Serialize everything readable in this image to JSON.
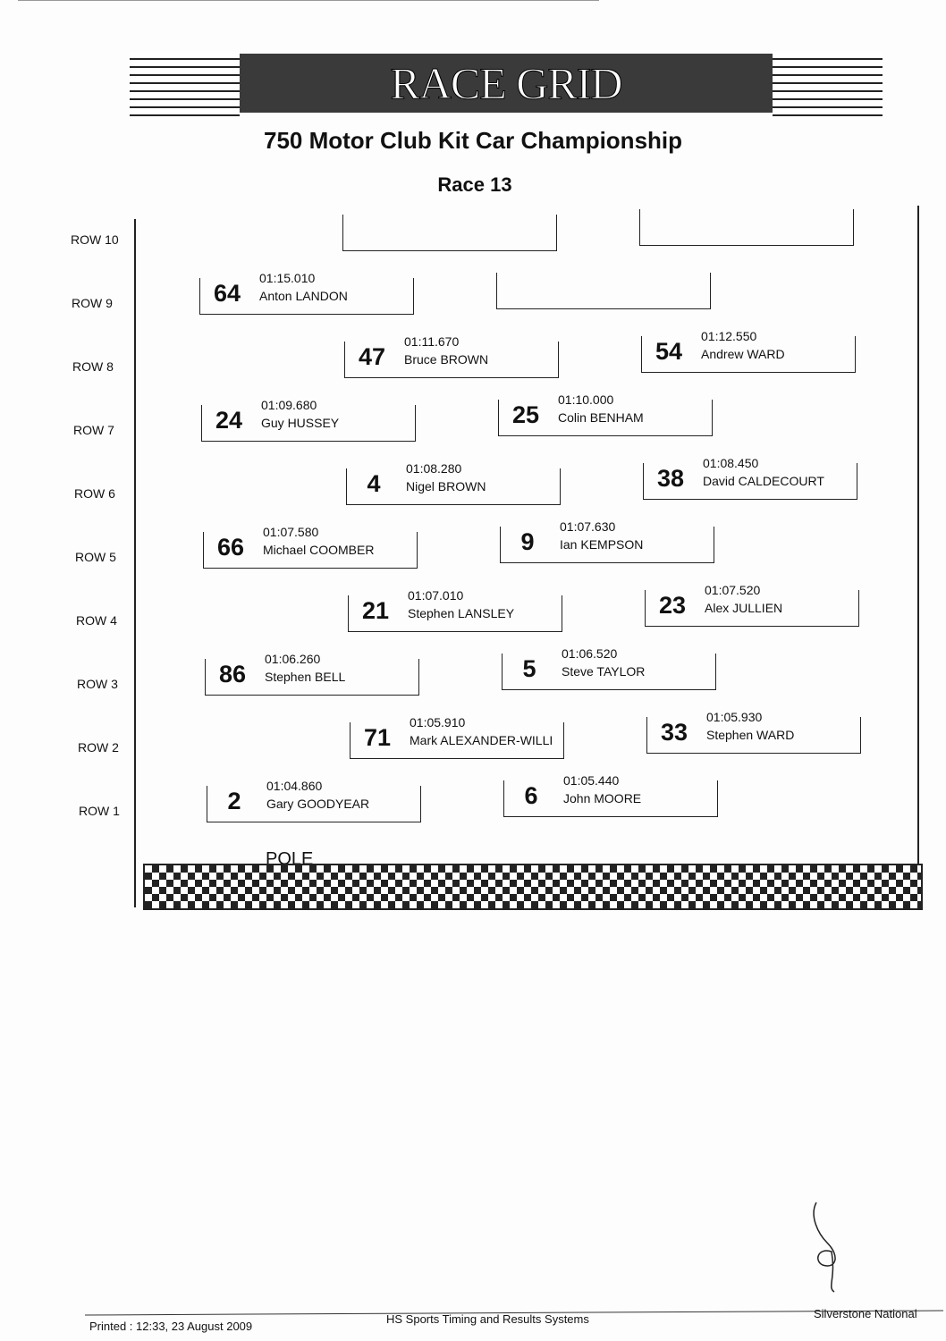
{
  "header": {
    "banner": "RACE GRID",
    "championship": "750 Motor Club Kit Car Championship",
    "race": "Race 13"
  },
  "rows": [
    {
      "label": "ROW 10",
      "slots": [
        {
          "num": "",
          "time": "",
          "name": ""
        },
        {
          "num": "",
          "time": "",
          "name": ""
        }
      ]
    },
    {
      "label": "ROW 9",
      "slots": [
        {
          "num": "64",
          "time": "01:15.010",
          "name": "Anton LANDON"
        },
        {
          "num": "",
          "time": "",
          "name": ""
        }
      ]
    },
    {
      "label": "ROW 8",
      "slots": [
        {
          "num": "47",
          "time": "01:11.670",
          "name": "Bruce BROWN"
        },
        {
          "num": "54",
          "time": "01:12.550",
          "name": "Andrew WARD"
        }
      ]
    },
    {
      "label": "ROW 7",
      "slots": [
        {
          "num": "24",
          "time": "01:09.680",
          "name": "Guy HUSSEY"
        },
        {
          "num": "25",
          "time": "01:10.000",
          "name": "Colin BENHAM"
        }
      ]
    },
    {
      "label": "ROW 6",
      "slots": [
        {
          "num": "4",
          "time": "01:08.280",
          "name": "Nigel BROWN"
        },
        {
          "num": "38",
          "time": "01:08.450",
          "name": "David CALDECOURT"
        }
      ]
    },
    {
      "label": "ROW 5",
      "slots": [
        {
          "num": "66",
          "time": "01:07.580",
          "name": "Michael COOMBER"
        },
        {
          "num": "9",
          "time": "01:07.630",
          "name": "Ian KEMPSON"
        }
      ]
    },
    {
      "label": "ROW 4",
      "slots": [
        {
          "num": "21",
          "time": "01:07.010",
          "name": "Stephen LANSLEY"
        },
        {
          "num": "23",
          "time": "01:07.520",
          "name": "Alex JULLIEN"
        }
      ]
    },
    {
      "label": "ROW 3",
      "slots": [
        {
          "num": "86",
          "time": "01:06.260",
          "name": "Stephen BELL"
        },
        {
          "num": "5",
          "time": "01:06.520",
          "name": "Steve TAYLOR"
        }
      ]
    },
    {
      "label": "ROW 2",
      "slots": [
        {
          "num": "71",
          "time": "01:05.910",
          "name": "Mark ALEXANDER-WILLI"
        },
        {
          "num": "33",
          "time": "01:05.930",
          "name": "Stephen WARD"
        }
      ]
    },
    {
      "label": "ROW 1",
      "slots": [
        {
          "num": "2",
          "time": "01:04.860",
          "name": "Gary GOODYEAR"
        },
        {
          "num": "6",
          "time": "01:05.440",
          "name": "John MOORE"
        }
      ]
    }
  ],
  "pole": "POLE",
  "footer": {
    "printed": "Printed : 12:33, 23 August 2009",
    "system": "HS Sports Timing and Results Systems",
    "venue": "Silverstone National"
  }
}
